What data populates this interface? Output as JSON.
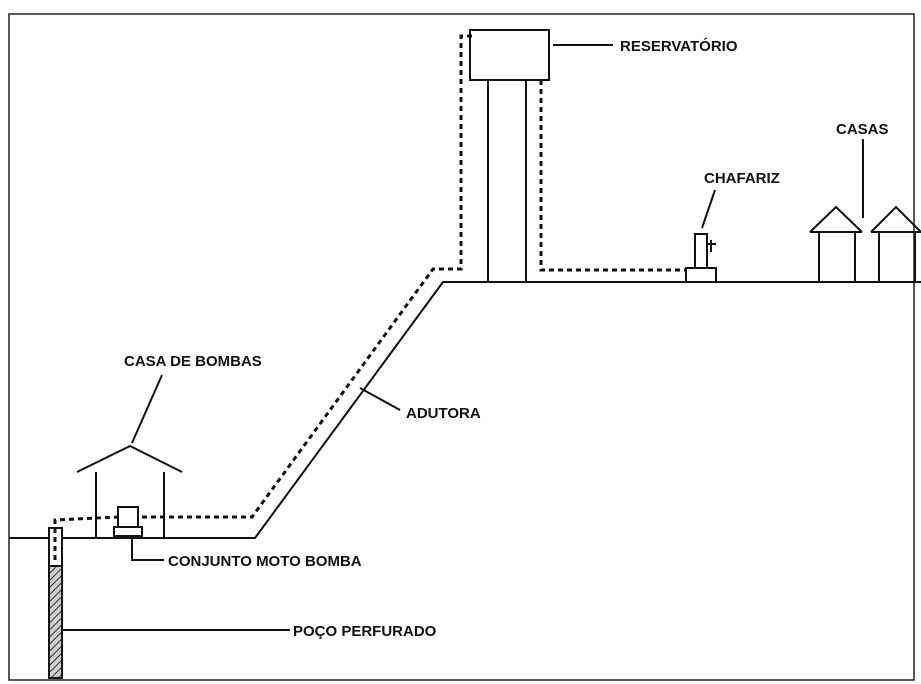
{
  "labels": {
    "reservatorio": "RESERVATÓRIO",
    "casas": "CASAS",
    "chafariz": "CHAFARIZ",
    "casa_de_bombas": "CASA DE BOMBAS",
    "adutora": "ADUTORA",
    "conjunto_moto_bomba": "CONJUNTO MOTO BOMBA",
    "poco_perfurado": "POÇO PERFURADO"
  }
}
